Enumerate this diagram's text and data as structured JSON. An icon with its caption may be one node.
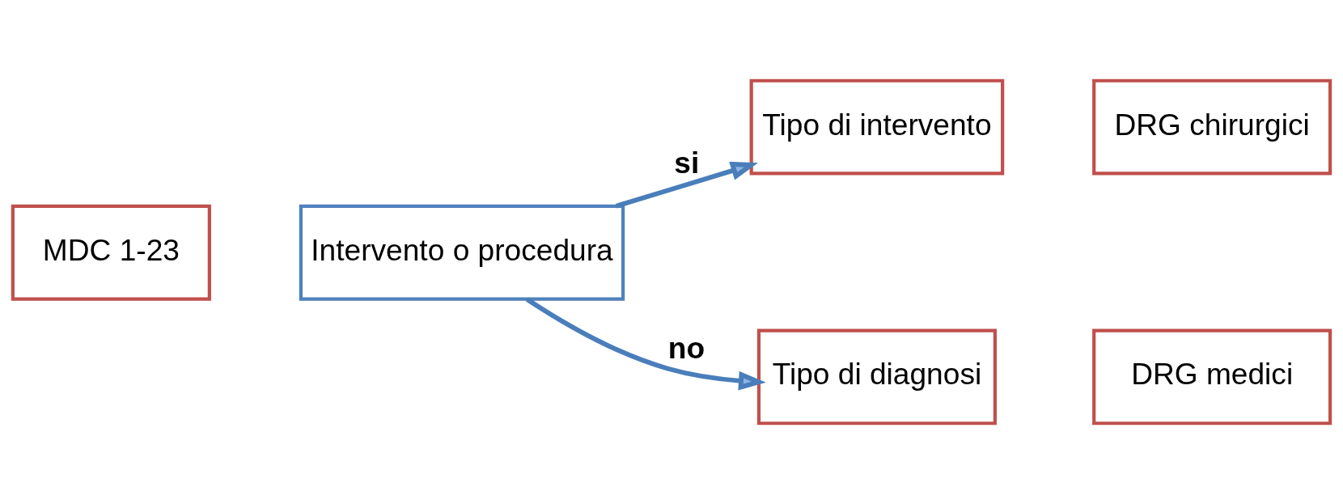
{
  "diagram": {
    "nodes": [
      {
        "text": [
          "MDC 1-23"
        ]
      },
      {
        "text": [
          "Intervento o procedura"
        ]
      },
      {
        "text": [
          "Tipo di intervento"
        ]
      },
      {
        "text": [
          "DRG chirurgici"
        ]
      },
      {
        "text": [
          "Tipo di diagnosi"
        ]
      },
      {
        "text": [
          "DRG medici"
        ]
      }
    ],
    "edges": [
      {
        "from": 1,
        "to": 2,
        "arrow": "to",
        "label": "si"
      },
      {
        "from": 1,
        "to": 4,
        "arrow": "to",
        "label": "no"
      }
    ]
  }
}
